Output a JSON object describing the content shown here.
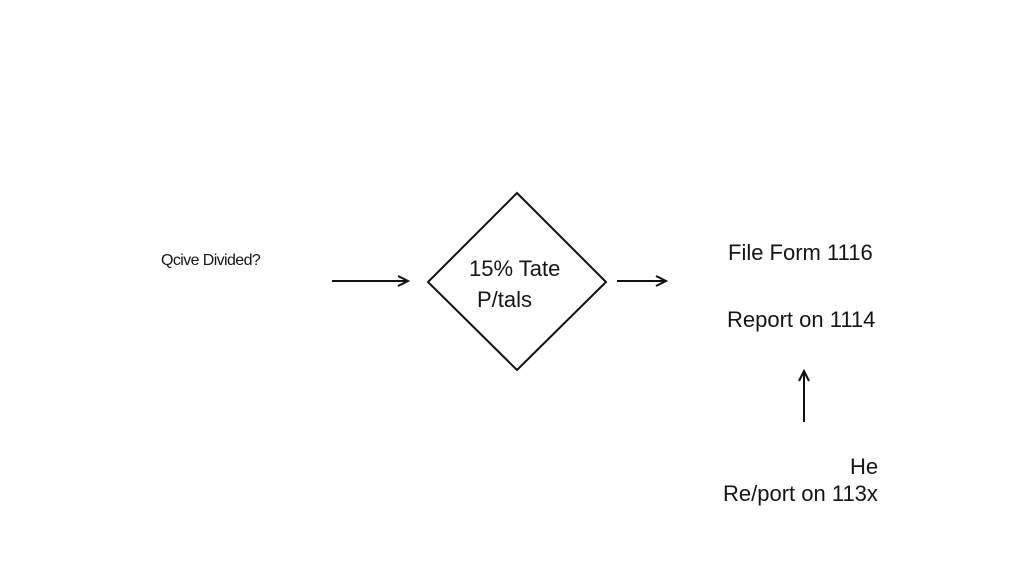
{
  "diagram": {
    "start_label": "Qcive Divided?",
    "decision": {
      "line1": "15% Tate",
      "line2": "P/tals"
    },
    "right_top": "File Form 1116",
    "right_mid": "Report on 1114",
    "right_bottom": {
      "line1": "He",
      "line2": "Re/port on 113x"
    }
  }
}
